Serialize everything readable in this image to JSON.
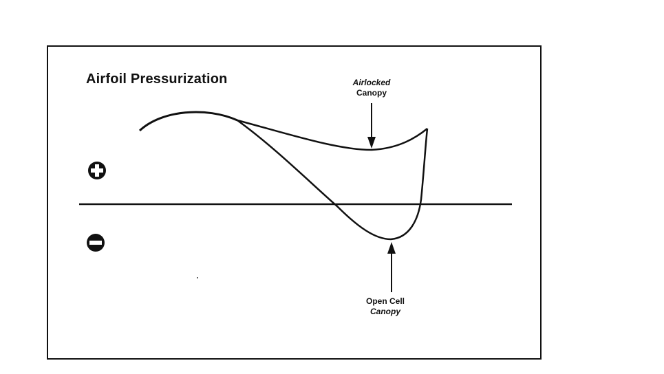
{
  "title": "Airfoil Pressurization",
  "callouts": {
    "airlocked": {
      "line1": "Airlocked",
      "line2": "Canopy"
    },
    "open_cell": {
      "line1": "Open Cell",
      "line2": "Canopy"
    }
  },
  "symbols": {
    "positive": "plus-circle-icon",
    "negative": "minus-circle-icon"
  },
  "colors": {
    "ink": "#111111",
    "background": "#ffffff"
  }
}
